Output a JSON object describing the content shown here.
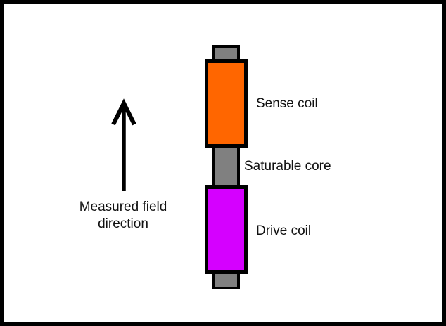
{
  "page": {
    "background": "#ffffff",
    "border_color": "#000000"
  },
  "diagram": {
    "labels": {
      "sense_coil": "Sense coil",
      "saturable_core": "Saturable core",
      "drive_coil": "Drive coil",
      "field_direction": "Measured field direction"
    },
    "colors": {
      "sense_coil_fill": "#ff6600",
      "drive_coil_fill": "#d500ff",
      "core_fill": "#808080",
      "outline": "#000000",
      "text": "#111111"
    }
  }
}
